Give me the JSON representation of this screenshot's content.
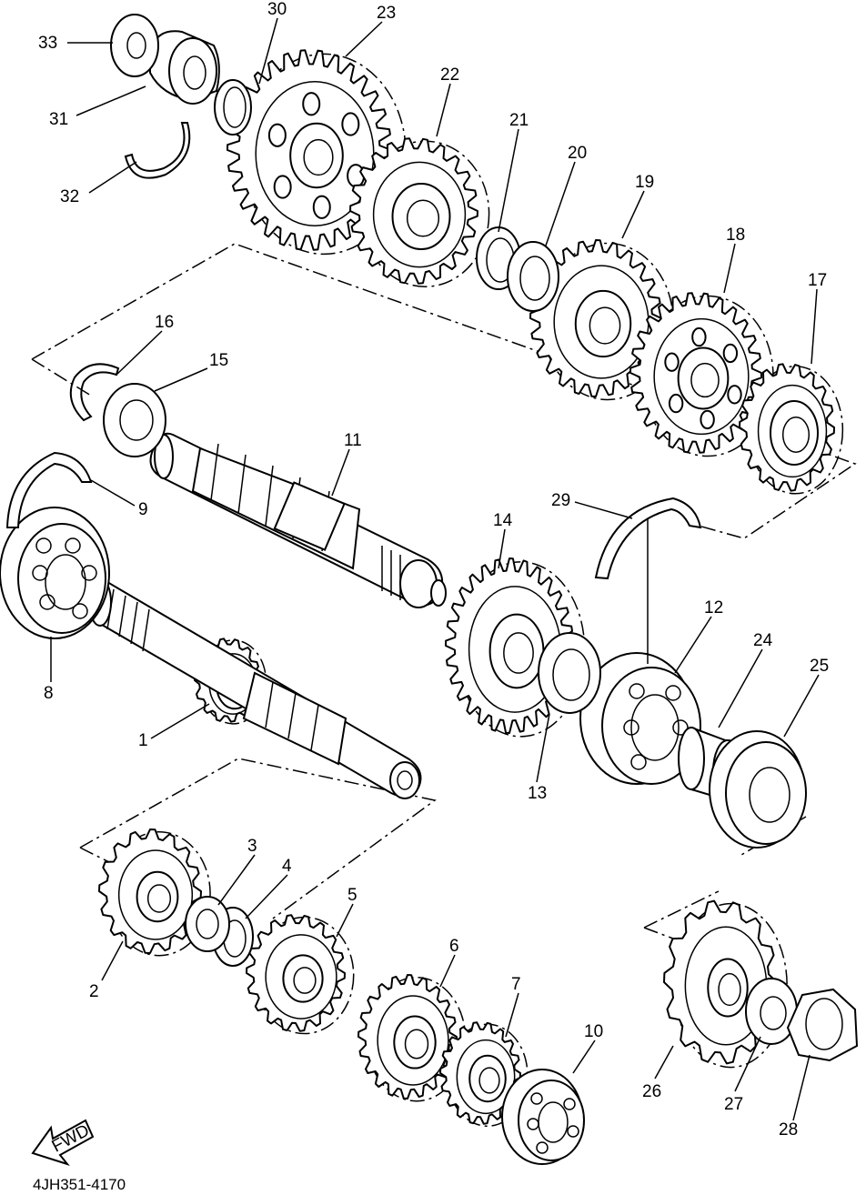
{
  "diagram": {
    "part_number": "4JH351-4170",
    "fwd_label": "FWD",
    "callouts": {
      "c1": "1",
      "c2": "2",
      "c3": "3",
      "c4": "4",
      "c5": "5",
      "c6": "6",
      "c7": "7",
      "c8": "8",
      "c9": "9",
      "c10": "10",
      "c11": "11",
      "c12": "12",
      "c13": "13",
      "c14": "14",
      "c15": "15",
      "c16": "16",
      "c17": "17",
      "c18": "18",
      "c19": "19",
      "c20": "20",
      "c21": "21",
      "c22": "22",
      "c23": "23",
      "c24": "24",
      "c25": "25",
      "c26": "26",
      "c27": "27",
      "c28": "28",
      "c29": "29",
      "c30": "30",
      "c31": "31",
      "c32": "32",
      "c33": "33"
    }
  }
}
